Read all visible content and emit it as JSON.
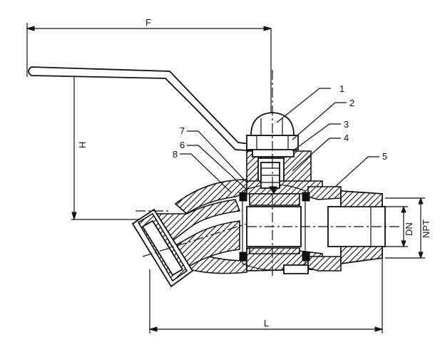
{
  "dimensions": {
    "F": "F",
    "H": "H",
    "L": "L",
    "DN": "DN",
    "NPT": "NPT"
  },
  "parts": [
    "1",
    "2",
    "3",
    "4",
    "5",
    "6",
    "7",
    "8"
  ],
  "colors": {
    "ink": "#111111",
    "background": "#ffffff"
  }
}
